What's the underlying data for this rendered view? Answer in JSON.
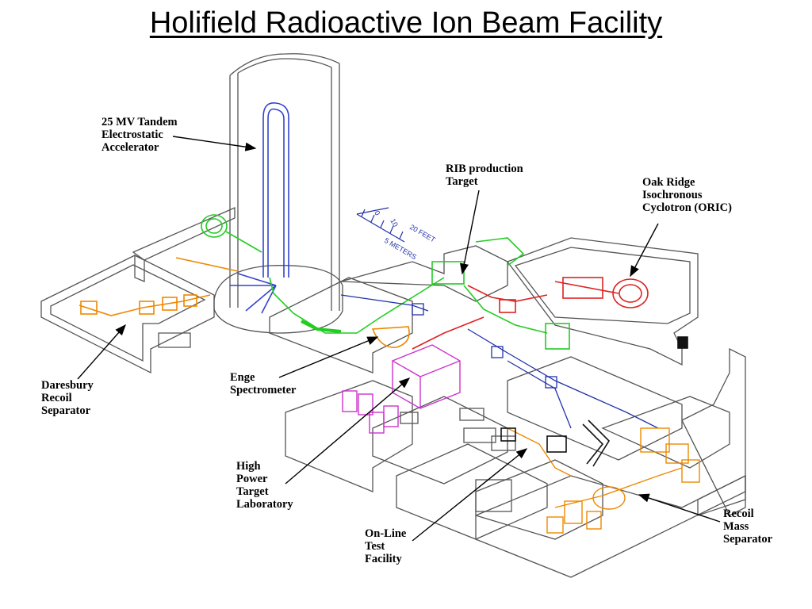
{
  "title": "Holifield Radioactive Ion Beam Facility",
  "scale_bar": {
    "feet_label": "20 FEET",
    "meters_label": "5 METERS",
    "ticks": [
      "0",
      "10"
    ]
  },
  "labels": {
    "tandem": [
      "25 MV Tandem",
      "Electrostatic",
      "Accelerator"
    ],
    "rib_target": [
      "RIB production",
      "Target"
    ],
    "oric": [
      "Oak Ridge",
      "Isochronous",
      "Cyclotron (ORIC)"
    ],
    "daresbury": [
      "Daresbury",
      "Recoil",
      "Separator"
    ],
    "enge": [
      "Enge",
      "Spectrometer"
    ],
    "hptl": [
      "High",
      "Power",
      "Target",
      "Laboratory"
    ],
    "oltf": [
      "On-Line",
      "Test",
      "Facility"
    ],
    "rms": [
      "Recoil",
      "Mass",
      "Separator"
    ]
  },
  "colors": {
    "building": "#555555",
    "tandem_beamline": "#3344cc",
    "injector": "#22cc22",
    "oric": "#dd2222",
    "daresbury": "#ee8800",
    "hptl": "#cc33cc",
    "beamline": "#2233aa"
  }
}
